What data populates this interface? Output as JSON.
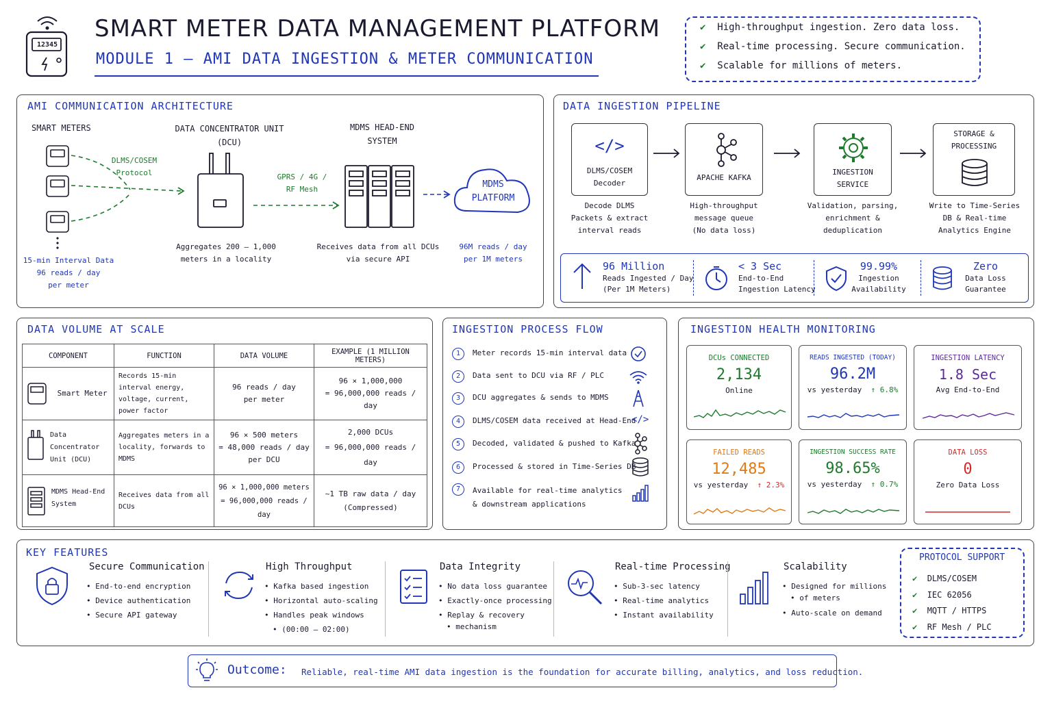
{
  "header": {
    "meter_display": "12345",
    "title": "SMART METER DATA MANAGEMENT PLATFORM",
    "subtitle": "MODULE 1 – AMI DATA INGESTION & METER COMMUNICATION",
    "highlights": [
      "High-throughput ingestion. Zero data loss.",
      "Real-time processing. Secure communication.",
      "Scalable for millions of meters."
    ]
  },
  "architecture": {
    "title": "AMI COMMUNICATION ARCHITECTURE",
    "smart_meters_label": "SMART METERS",
    "protocol_label_1": "DLMS/COSEM",
    "protocol_label_2": "Protocol",
    "dcu_label_1": "DATA CONCENTRATOR UNIT",
    "dcu_label_2": "(DCU)",
    "dcu_desc_1": "Aggregates 200 – 1,000",
    "dcu_desc_2": "meters in a locality",
    "link_label_1": "GPRS / 4G /",
    "link_label_2": "RF Mesh",
    "headend_label_1": "MDMS HEAD-END",
    "headend_label_2": "SYSTEM",
    "headend_desc_1": "Receives data from all DCUs",
    "headend_desc_2": "via secure API",
    "cloud_label_1": "MDMS",
    "cloud_label_2": "PLATFORM",
    "cloud_desc_1": "96M reads / day",
    "cloud_desc_2": "per 1M meters",
    "meter_desc_1": "15-min Interval Data",
    "meter_desc_2": "96 reads / day",
    "meter_desc_3": "per meter"
  },
  "pipeline": {
    "title": "DATA INGESTION PIPELINE",
    "stages": [
      {
        "name_1": "DLMS/COSEM",
        "name_2": "Decoder",
        "desc_1": "Decode DLMS",
        "desc_2": "Packets & extract",
        "desc_3": "interval reads"
      },
      {
        "name_1": "APACHE KAFKA",
        "name_2": "",
        "desc_1": "High-throughput",
        "desc_2": "message queue",
        "desc_3": "(No data loss)"
      },
      {
        "name_1": "INGESTION",
        "name_2": "SERVICE",
        "desc_1": "Validation, parsing,",
        "desc_2": "enrichment &",
        "desc_3": "deduplication"
      },
      {
        "name_1": "STORAGE &",
        "name_2": "PROCESSING",
        "desc_1": "Write to Time-Series",
        "desc_2": "DB & Real-time",
        "desc_3": "Analytics Engine"
      }
    ],
    "kpis": [
      {
        "value": "96 Million",
        "label_1": "Reads Ingested / Day",
        "label_2": "(Per 1M Meters)"
      },
      {
        "value": "< 3 Sec",
        "label_1": "End-to-End",
        "label_2": "Ingestion Latency"
      },
      {
        "value": "99.99%",
        "label_1": "Ingestion",
        "label_2": "Availability"
      },
      {
        "value": "Zero",
        "label_1": "Data Loss",
        "label_2": "Guarantee"
      }
    ]
  },
  "volume": {
    "title": "DATA VOLUME AT SCALE",
    "headers": [
      "COMPONENT",
      "FUNCTION",
      "DATA VOLUME",
      "EXAMPLE (1 MILLION METERS)"
    ],
    "rows": [
      {
        "component": "Smart Meter",
        "function": "Records 15-min interval energy, voltage, current, power factor",
        "volume_1": "96 reads / day",
        "volume_2": "per meter",
        "example_1": "96 × 1,000,000",
        "example_2": "= 96,000,000 reads / day"
      },
      {
        "component": "Data Concentrator Unit (DCU)",
        "function": "Aggregates meters in a locality, forwards to MDMS",
        "volume_1": "96 × 500 meters",
        "volume_2": "= 48,000 reads / day per DCU",
        "example_1": "2,000 DCUs",
        "example_2": "= 96,000,000 reads / day"
      },
      {
        "component": "MDMS Head-End System",
        "function": "Receives data from all DCUs",
        "volume_1": "96 × 1,000,000 meters",
        "volume_2": "= 96,000,000 reads / day",
        "example_1": "~1 TB raw data / day",
        "example_2": "(Compressed)"
      }
    ]
  },
  "flow": {
    "title": "INGESTION PROCESS FLOW",
    "steps": [
      {
        "n": "1",
        "text": "Meter records 15-min interval data",
        "text_2": ""
      },
      {
        "n": "2",
        "text": "Data sent to DCU via RF / PLC",
        "text_2": ""
      },
      {
        "n": "3",
        "text": "DCU aggregates & sends to MDMS",
        "text_2": ""
      },
      {
        "n": "4",
        "text": "DLMS/COSEM data received at Head-End",
        "text_2": ""
      },
      {
        "n": "5",
        "text": "Decoded, validated & pushed to Kafka",
        "text_2": ""
      },
      {
        "n": "6",
        "text": "Processed & stored in Time-Series DB",
        "text_2": ""
      },
      {
        "n": "7",
        "text": "Available for real-time analytics",
        "text_2": "& downstream applications"
      }
    ]
  },
  "health": {
    "title": "INGESTION HEALTH MONITORING",
    "cards": [
      {
        "label": "DCUs CONNECTED",
        "value": "2,134",
        "sub": "Online",
        "delta": "",
        "color": "#1e7a2c"
      },
      {
        "label": "READS INGESTED (TODAY)",
        "value": "96.2M",
        "sub": "vs yesterday",
        "delta": "↑ 6.8%",
        "color": "#1f36b8"
      },
      {
        "label": "INGESTION LATENCY",
        "value": "1.8 Sec",
        "sub": "Avg End-to-End",
        "delta": "",
        "color": "#5b2a9e"
      },
      {
        "label": "FAILED READS",
        "value": "12,485",
        "sub": "vs yesterday",
        "delta": "↑ 2.3%",
        "color": "#e07a12"
      },
      {
        "label": "INGESTION SUCCESS RATE",
        "value": "98.65%",
        "sub": "vs yesterday",
        "delta": "↑ 0.7%",
        "color": "#1e7a2c"
      },
      {
        "label": "DATA LOSS",
        "value": "0",
        "sub": "Zero Data Loss",
        "delta": "",
        "color": "#d62828"
      }
    ]
  },
  "features": {
    "title": "KEY FEATURES",
    "items": [
      {
        "title": "Secure Communication",
        "icon": "shield-lock-icon",
        "points": [
          "End-to-end encryption",
          "Device authentication",
          "Secure API gateway"
        ]
      },
      {
        "title": "High Throughput",
        "icon": "refresh-cycle-icon",
        "points": [
          "Kafka based ingestion",
          "Horizontal auto-scaling",
          "Handles peak windows",
          "(00:00 – 02:00)"
        ]
      },
      {
        "title": "Data Integrity",
        "icon": "checklist-icon",
        "points": [
          "No data loss guarantee",
          "Exactly-once processing",
          "Replay & recovery",
          "mechanism"
        ]
      },
      {
        "title": "Real-time Processing",
        "icon": "magnifier-pulse-icon",
        "points": [
          "Sub-3-sec latency",
          "Real-time analytics",
          "Instant availability"
        ]
      },
      {
        "title": "Scalability",
        "icon": "bar-growth-icon",
        "points": [
          "Designed for millions",
          "of meters",
          "Auto-scale on demand"
        ]
      }
    ],
    "protocol_title": "PROTOCOL SUPPORT",
    "protocols": [
      "DLMS/COSEM",
      "IEC 62056",
      "MQTT / HTTPS",
      "RF Mesh / PLC"
    ]
  },
  "outcome": {
    "label": "Outcome:",
    "text": "Reliable, real-time AMI data ingestion is the foundation for accurate billing, analytics, and loss reduction."
  },
  "colors": {
    "accent": "#1f36b8",
    "green": "#1e7a2c",
    "orange": "#e07a12",
    "purple": "#5b2a9e",
    "red": "#d62828"
  }
}
